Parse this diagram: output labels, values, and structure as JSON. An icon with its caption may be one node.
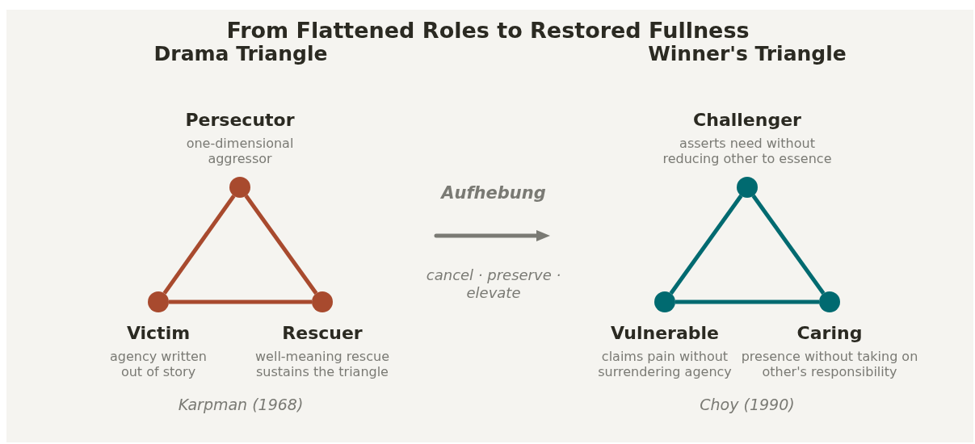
{
  "diagram": {
    "title": "From Flattened Roles to Restored Fullness",
    "nodes": [
      {
        "text": [],
        "shape": "circle",
        "beside": [
          "Persecutor",
          "one-dimensional aggressor"
        ]
      },
      {
        "text": [],
        "shape": "circle",
        "beside": [
          "Victim",
          "agency written out of story"
        ]
      },
      {
        "text": [],
        "shape": "circle",
        "beside": [
          "Rescuer",
          "well-meaning rescue sustains the triangle"
        ]
      },
      {
        "text": [],
        "shape": "circle",
        "beside": [
          "Challenger",
          "asserts need without reducing other to essence"
        ]
      },
      {
        "text": [],
        "shape": "circle",
        "beside": [
          "Vulnerable",
          "claims pain without surrendering agency"
        ]
      },
      {
        "text": [],
        "shape": "circle",
        "beside": [
          "Caring",
          "presence without taking on other's responsibility"
        ]
      }
    ],
    "edges": [
      {
        "from": 0,
        "to": 1,
        "arrow": "none",
        "color": "#a84a2e"
      },
      {
        "from": 0,
        "to": 2,
        "arrow": "none",
        "color": "#a84a2e"
      },
      {
        "from": 1,
        "to": 2,
        "arrow": "none",
        "color": "#a84a2e"
      },
      {
        "from": 3,
        "to": 4,
        "arrow": "none",
        "color": "#006a70"
      },
      {
        "from": 3,
        "to": 5,
        "arrow": "none",
        "color": "#006a70"
      },
      {
        "from": 4,
        "to": 5,
        "arrow": "none",
        "color": "#006a70"
      }
    ],
    "labels": [
      "Drama Triangle",
      "Winner's Triangle",
      "Aufhebung",
      "cancel · preserve · elevate",
      "Karpman (1968)",
      "Choy (1990)"
    ]
  }
}
